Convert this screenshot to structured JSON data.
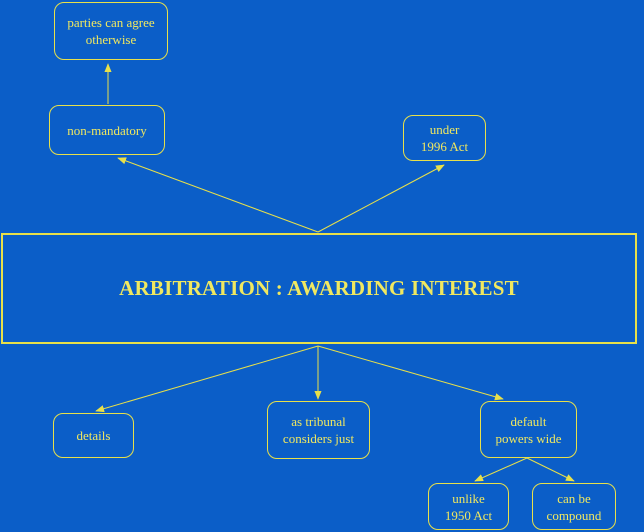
{
  "diagram": {
    "title": "ARBITRATION : AWARDING INTEREST",
    "nodes": {
      "parties": "parties can agree\notherwise",
      "non_mandatory": "non-mandatory",
      "under_1996": "under\n1996 Act",
      "details": "details",
      "tribunal": "as tribunal\nconsiders just",
      "default_powers": "default\npowers wide",
      "unlike_1950": "unlike\n1950 Act",
      "compound": "can be\ncompound"
    },
    "colors": {
      "background": "#0b5ec8",
      "stroke": "#e8e04a",
      "text": "#f0e860"
    }
  }
}
